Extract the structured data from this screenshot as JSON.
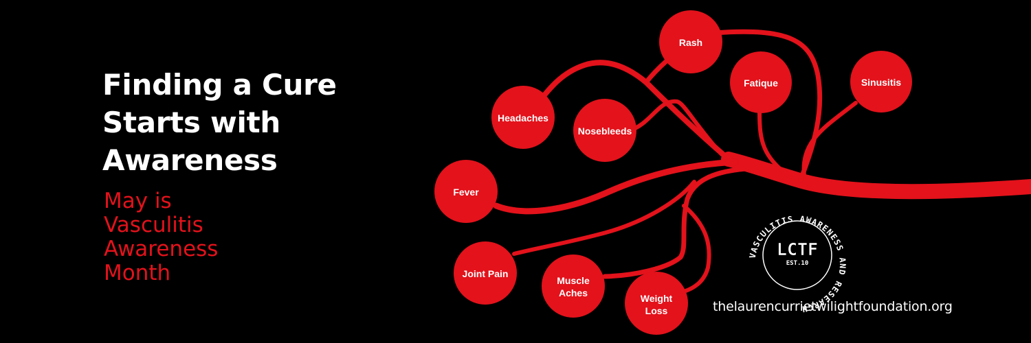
{
  "headline": [
    "Finding a Cure",
    "Starts with",
    "Awareness"
  ],
  "subline": [
    "May is",
    "Vasculitis",
    "Awareness",
    "Month"
  ],
  "symptoms": [
    {
      "id": "rash",
      "lines": [
        "Rash"
      ]
    },
    {
      "id": "fatigue",
      "lines": [
        "Fatique"
      ]
    },
    {
      "id": "sinusitis",
      "lines": [
        "Sinusitis"
      ]
    },
    {
      "id": "headaches",
      "lines": [
        "Headaches"
      ]
    },
    {
      "id": "nosebleeds",
      "lines": [
        "Nosebleeds"
      ]
    },
    {
      "id": "fever",
      "lines": [
        "Fever"
      ]
    },
    {
      "id": "joint-pain",
      "lines": [
        "Joint Pain"
      ]
    },
    {
      "id": "muscle-aches",
      "lines": [
        "Muscle",
        "Aches"
      ]
    },
    {
      "id": "weight-loss",
      "lines": [
        "Weight",
        "Loss"
      ]
    }
  ],
  "logo": {
    "ring_text": "VASCULITIS AWARENESS AND RESEARCH",
    "center": "LCTF",
    "est": "EST.10"
  },
  "website": "thelaurencurrietwilightfoundation.org",
  "colors": {
    "background": "#000000",
    "accent": "#e3121b",
    "text": "#ffffff"
  }
}
